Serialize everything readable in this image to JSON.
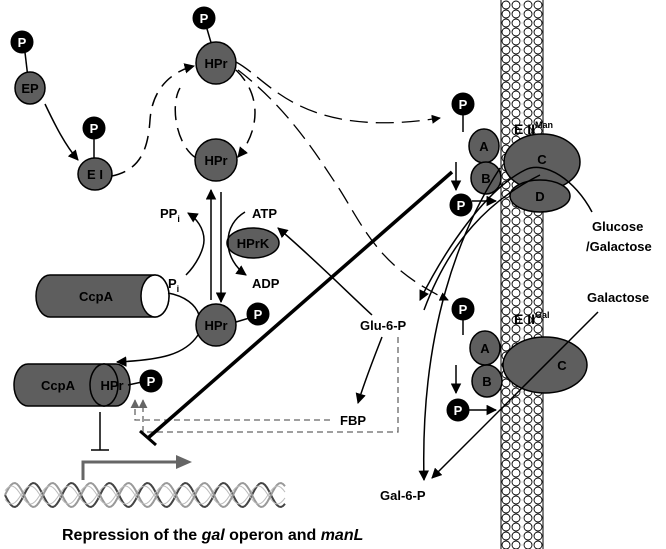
{
  "phospho": "P",
  "nodes": {
    "ep": "EP",
    "ei": "E I",
    "hpr": "HPr",
    "hprk": "HPrK",
    "ccpa": "CcpA"
  },
  "labels": {
    "ppi": "PP",
    "ppi_sub": "i",
    "pi": "P",
    "pi_sub": "i",
    "atp": "ATP",
    "adp": "ADP",
    "glu6p": "Glu-6-P",
    "fbp": "FBP",
    "gal6p": "Gal-6-P",
    "glucose_line1": "Glucose",
    "glucose_line2": "/Galactose",
    "galactose": "Galactose"
  },
  "transporters": {
    "man": {
      "name": "E II",
      "sup": "Man",
      "domains": [
        "A",
        "B",
        "C",
        "D"
      ]
    },
    "gal": {
      "name": "E II",
      "sup": "Gal",
      "domains": [
        "A",
        "B",
        "C"
      ]
    }
  },
  "caption": {
    "pre": "Repression of the ",
    "gal": "gal",
    "mid": " operon and ",
    "manl": "manL"
  }
}
